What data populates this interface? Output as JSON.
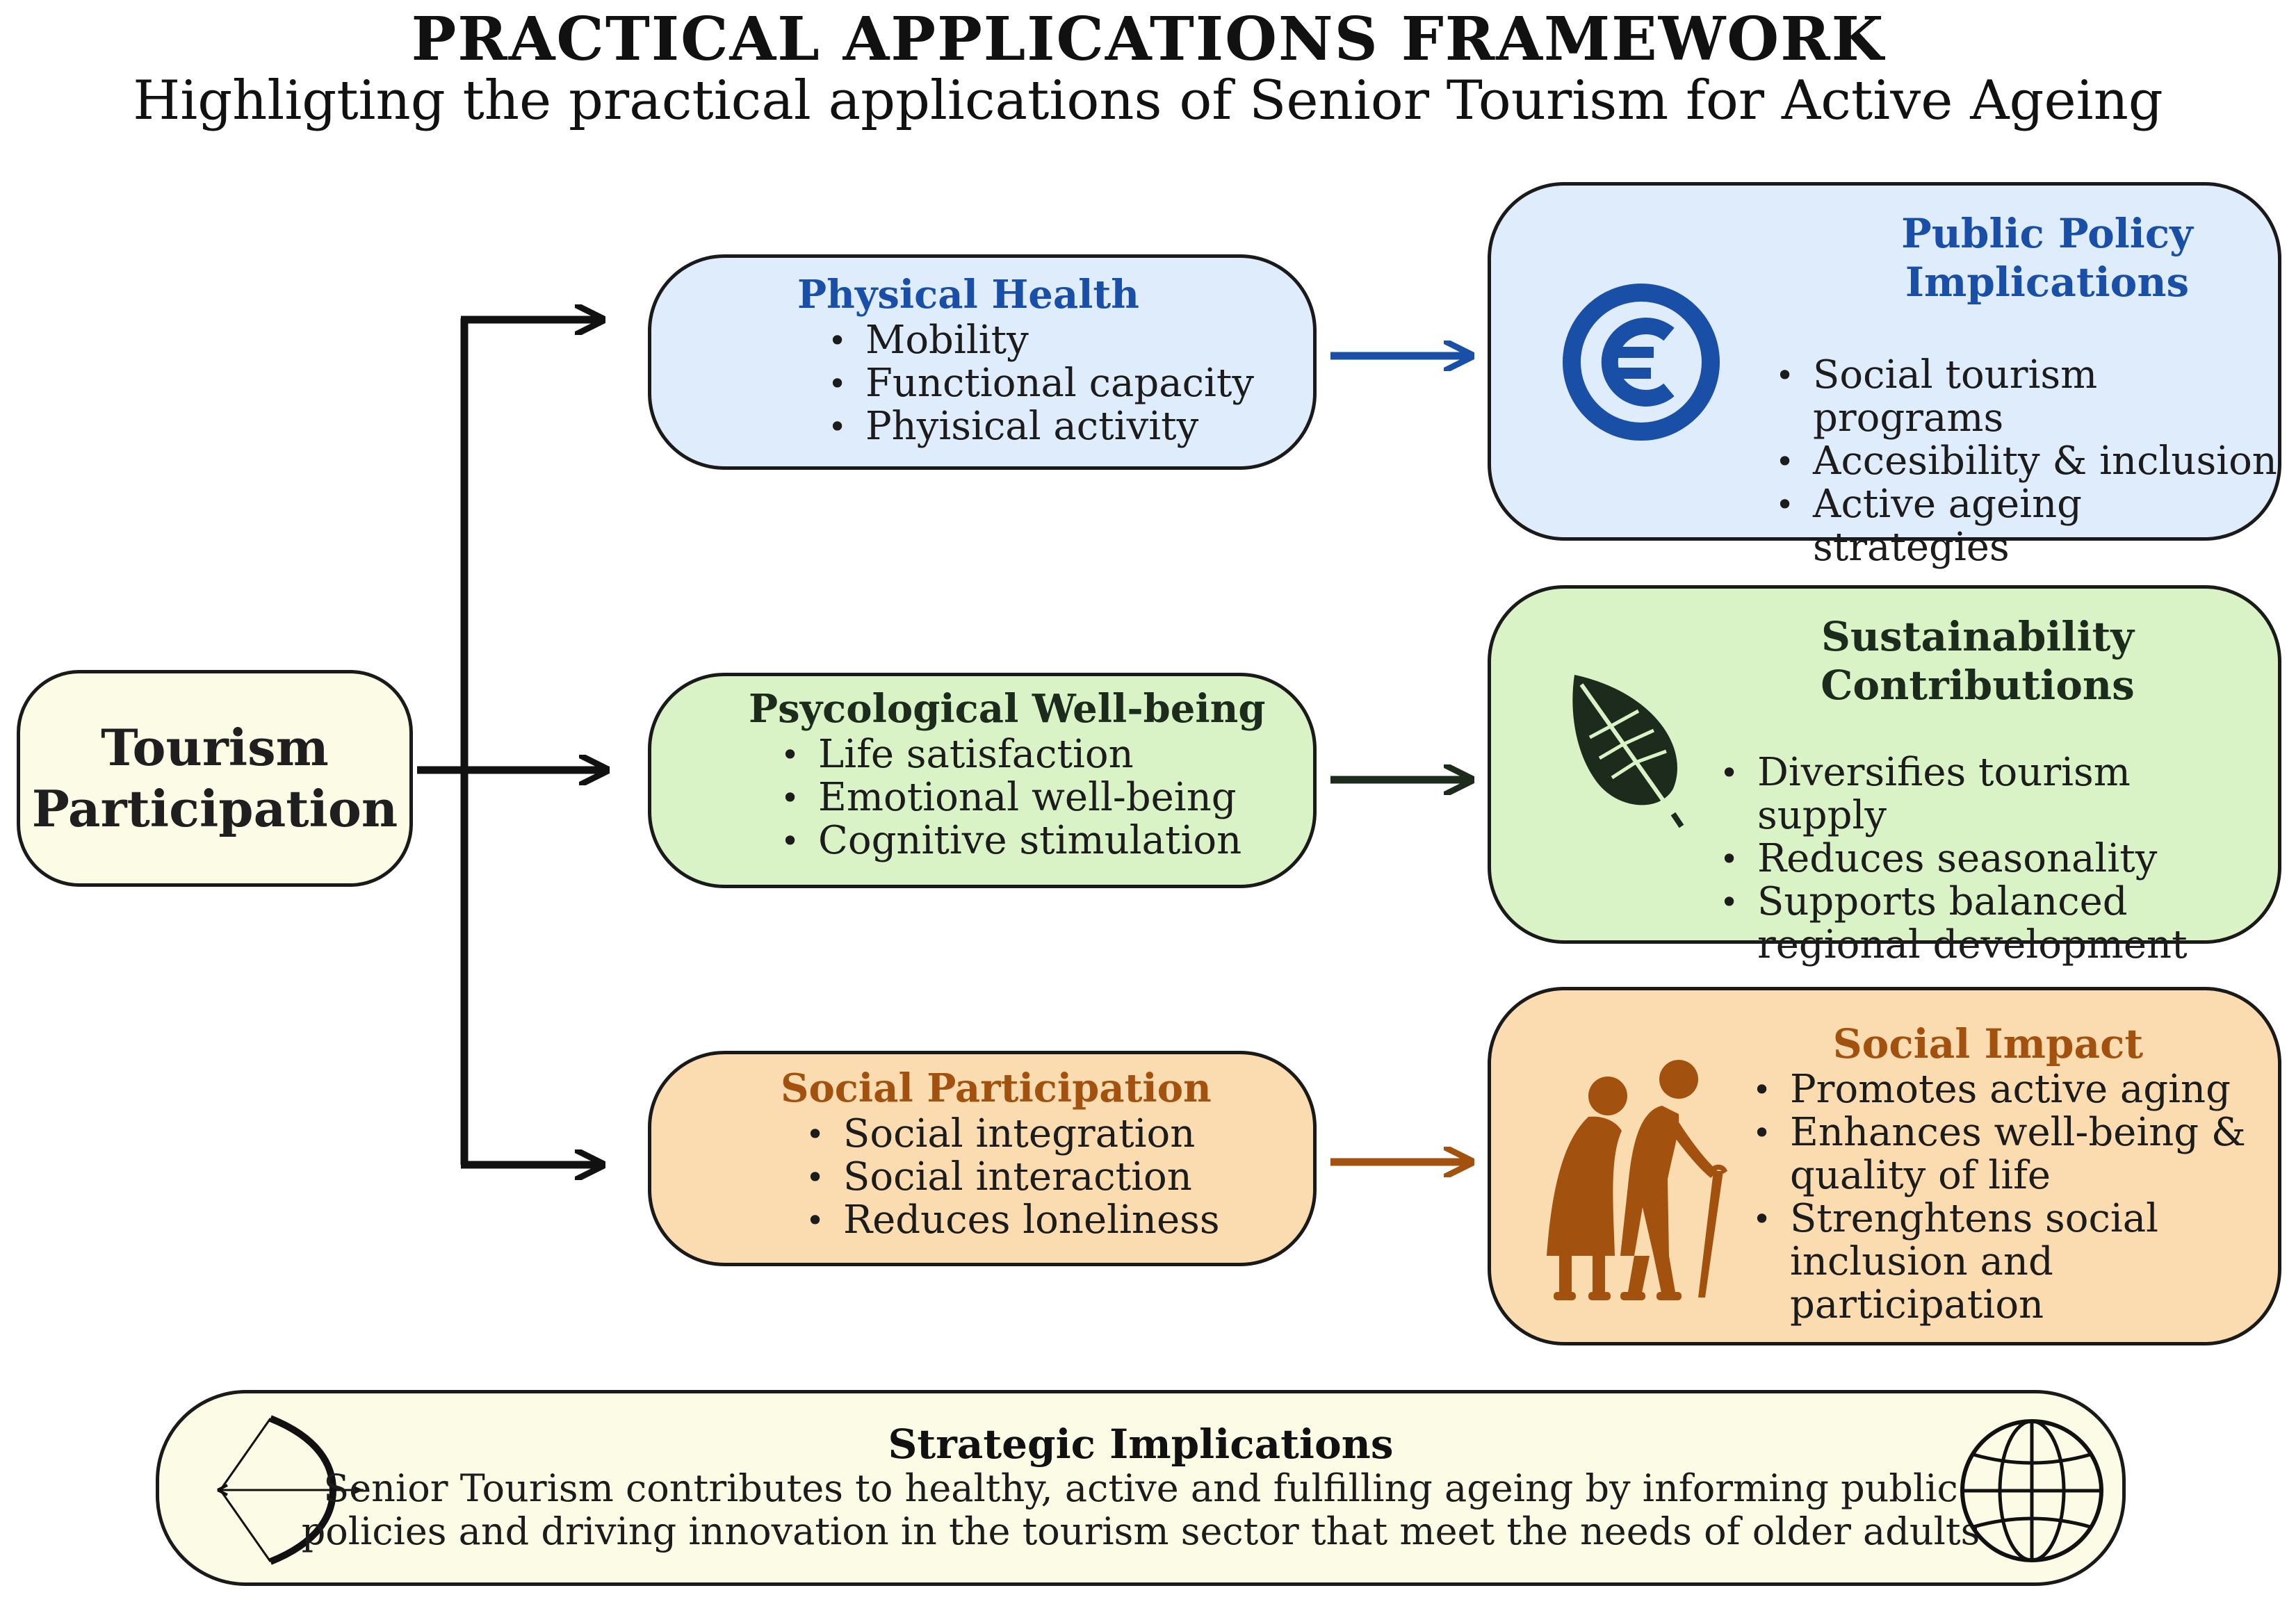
{
  "header": {
    "title": "PRACTICAL APPLICATIONS FRAMEWORK",
    "subtitle": "Highligting the practical applications of Senior Tourism for Active Ageing"
  },
  "source": {
    "line1": "Tourism",
    "line2": "Participation"
  },
  "middle": [
    {
      "heading": "Physical Health",
      "color": "#1a4fa8",
      "items": [
        "Mobility",
        "Functional capacity",
        "Phyisical activity"
      ]
    },
    {
      "heading": "Psycological Well-being",
      "color": "#1c2b1c",
      "items": [
        "Life satisfaction",
        "Emotional well-being",
        "Cognitive stimulation"
      ]
    },
    {
      "heading": "Social Participation",
      "color": "#a2520e",
      "items": [
        "Social integration",
        "Social interaction",
        "Reduces loneliness"
      ]
    }
  ],
  "outcomes": [
    {
      "heading_line1": "Public Policy",
      "heading_line2": "Implications",
      "icon": "euro-icon",
      "color": "#1a4fa8",
      "items": [
        "Social tourism programs",
        "Accesibility & inclusion",
        "Active ageing strategies"
      ]
    },
    {
      "heading_line1": "Sustainability",
      "heading_line2": "Contributions",
      "icon": "leaf-icon",
      "color": "#1c2b1c",
      "items": [
        "Diversifies tourism supply",
        "Reduces seasonality",
        "Supports balanced regional development"
      ]
    },
    {
      "heading_line1": "Social Impact",
      "heading_line2": "",
      "icon": "elderly-couple-icon",
      "color": "#a2520e",
      "items": [
        "Promotes active aging",
        "Enhances well-being & quality of life",
        "Strenghtens social inclusion and participation"
      ]
    }
  ],
  "strategic": {
    "heading": "Strategic Implications",
    "line1": "Senior Tourism contributes to healthy, active and fulfilling ageing by informing public",
    "line2": "policies and driving innovation in the tourism sector that meet the needs of older adults",
    "left_icon": "bow-and-arrow-icon",
    "right_icon": "globe-icon"
  },
  "colors": {
    "blue": "#1a4fa8",
    "dark_green": "#1c2b1c",
    "brown": "#a2520e",
    "light_blue_fill": "#deecfc",
    "light_green_fill": "#d9f2c6",
    "light_orange_fill": "#fbdcb0",
    "cream_fill": "#fcfbe6"
  }
}
